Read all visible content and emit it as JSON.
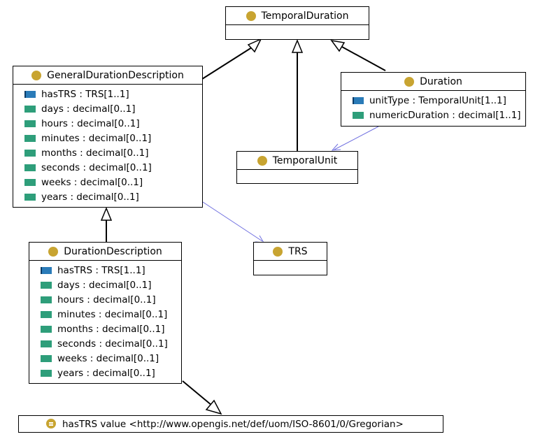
{
  "classes": {
    "temporal_duration": {
      "name": "TemporalDuration",
      "attributes": []
    },
    "general_duration_description": {
      "name": "GeneralDurationDescription",
      "attributes": [
        {
          "kind": "object",
          "text": "hasTRS : TRS[1..1]"
        },
        {
          "kind": "data",
          "text": "days : decimal[0..1]"
        },
        {
          "kind": "data",
          "text": "hours : decimal[0..1]"
        },
        {
          "kind": "data",
          "text": "minutes : decimal[0..1]"
        },
        {
          "kind": "data",
          "text": "months : decimal[0..1]"
        },
        {
          "kind": "data",
          "text": "seconds : decimal[0..1]"
        },
        {
          "kind": "data",
          "text": "weeks : decimal[0..1]"
        },
        {
          "kind": "data",
          "text": "years : decimal[0..1]"
        }
      ]
    },
    "duration": {
      "name": "Duration",
      "attributes": [
        {
          "kind": "object",
          "text": "unitType : TemporalUnit[1..1]"
        },
        {
          "kind": "data",
          "text": "numericDuration : decimal[1..1]"
        }
      ]
    },
    "temporal_unit": {
      "name": "TemporalUnit",
      "attributes": []
    },
    "trs": {
      "name": "TRS",
      "attributes": []
    },
    "duration_description": {
      "name": "DurationDescription",
      "attributes": [
        {
          "kind": "object",
          "text": "hasTRS : TRS[1..1]"
        },
        {
          "kind": "data",
          "text": "days : decimal[0..1]"
        },
        {
          "kind": "data",
          "text": "hours : decimal[0..1]"
        },
        {
          "kind": "data",
          "text": "minutes : decimal[0..1]"
        },
        {
          "kind": "data",
          "text": "months : decimal[0..1]"
        },
        {
          "kind": "data",
          "text": "seconds : decimal[0..1]"
        },
        {
          "kind": "data",
          "text": "weeks : decimal[0..1]"
        },
        {
          "kind": "data",
          "text": "years : decimal[0..1]"
        }
      ]
    }
  },
  "restriction": {
    "text": "hasTRS value <http://www.opengis.net/def/uom/ISO-8601/0/Gregorian>"
  },
  "colors": {
    "class_icon": "#c8a431",
    "data_property": "#2e9e7a",
    "object_property": "#2a7bb8",
    "association_line": "#6f6fe0"
  }
}
